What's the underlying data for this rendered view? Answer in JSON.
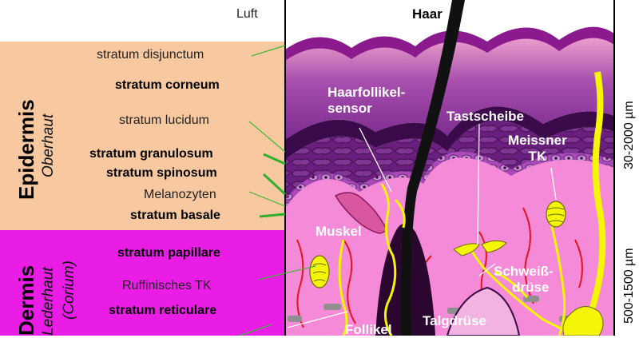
{
  "left_labels": {
    "air": "Luft",
    "disjunctum": "stratum disjunctum",
    "corneum": "stratum corneum",
    "lucidum": "stratum lucidum",
    "granulosum": "stratum granulosum",
    "spinosum": "stratum spinosum",
    "melanocytes": "Melanozyten",
    "basale": "stratum basale",
    "papillare": "stratum papillare",
    "ruffini": "Ruffinisches TK",
    "reticulare": "stratum reticulare"
  },
  "layers": {
    "epidermis_title": "Epidermis",
    "epidermis_subtitle": "Oberhaut",
    "dermis_title": "Dermis",
    "dermis_subtitle": "Lederhaut",
    "dermis_subtitle2": "(Corium)"
  },
  "diagram_labels": {
    "hair": "Haar",
    "hair_follicle_sensor_1": "Haarfollikel-",
    "hair_follicle_sensor_2": "sensor",
    "touch_disc": "Tastscheibe",
    "meissner_1": "Meissner",
    "meissner_2": "TK",
    "muscle": "Muskel",
    "sweat_gland_1": "Schweiß-",
    "sweat_gland_2": "drüse",
    "follicle": "Follikel",
    "sebaceous_gland": "Talgdrüse"
  },
  "scale": {
    "epidermis_thickness": "30-2000 µm",
    "dermis_thickness": "500-1500 µm"
  },
  "colors": {
    "epidermis_band": "#f8c9a0",
    "dermis_band": "#ea1de7",
    "stratum_corneum": "#9c1a9e",
    "papillary_dermis": "#f58ad8",
    "nerve": "#f5f507",
    "blood_vessel": "#e5141b",
    "hair": "#111111"
  }
}
